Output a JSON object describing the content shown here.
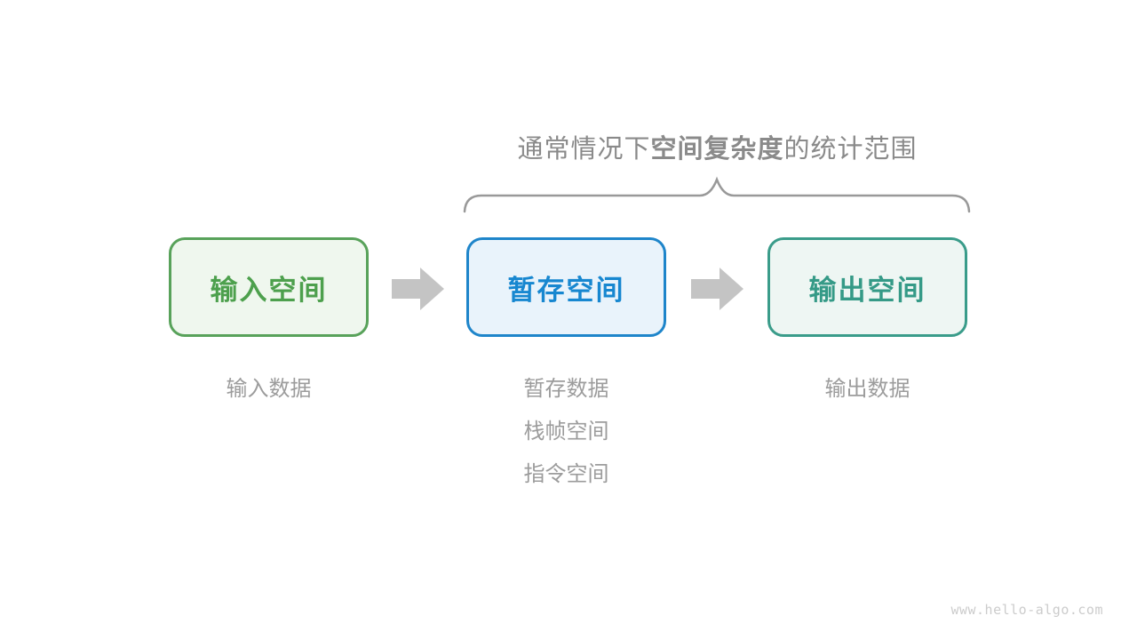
{
  "title": {
    "prefix": "通常情况下",
    "emphasis": "空间复杂度",
    "suffix": "的统计范围"
  },
  "boxes": [
    {
      "label": "输入空间"
    },
    {
      "label": "暂存空间"
    },
    {
      "label": "输出空间"
    }
  ],
  "notes": [
    {
      "lines": [
        "输入数据"
      ]
    },
    {
      "lines": [
        "暂存数据",
        "栈帧空间",
        "指令空间"
      ]
    },
    {
      "lines": [
        "输出数据"
      ]
    }
  ],
  "watermark": "www.hello-algo.com",
  "colors": {
    "title_text": "#8a8a8a",
    "brace": "#999999",
    "arrow": "#c4c4c4",
    "note_text": "#9c9c9c",
    "watermark_text": "#cccccc",
    "input_border": "#58a25a",
    "input_bg": "#eff7ee",
    "input_text": "#4da04d",
    "temp_border": "#1e85ca",
    "temp_bg": "#e9f3fb",
    "temp_text": "#1787d0",
    "output_border": "#3a9c8a",
    "output_bg": "#eef6f3",
    "output_text": "#359a87"
  }
}
